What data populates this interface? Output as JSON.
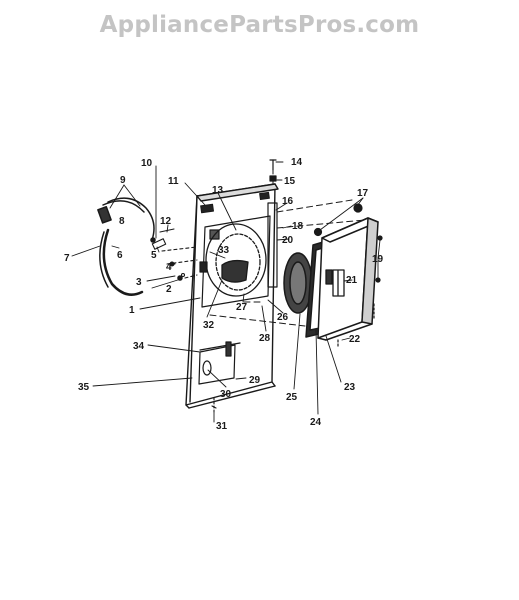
{
  "watermark": {
    "text": "AppliancePartsPros.com",
    "color": "#c4c4c4"
  },
  "callouts": [
    "1",
    "2",
    "3",
    "4",
    "5",
    "6",
    "7",
    "8",
    "9",
    "10",
    "11",
    "12",
    "13",
    "14",
    "15",
    "16",
    "17",
    "18",
    "19",
    "20",
    "21",
    "22",
    "23",
    "24",
    "25",
    "26",
    "27",
    "28",
    "29",
    "30",
    "31",
    "32",
    "33",
    "34",
    "35"
  ]
}
